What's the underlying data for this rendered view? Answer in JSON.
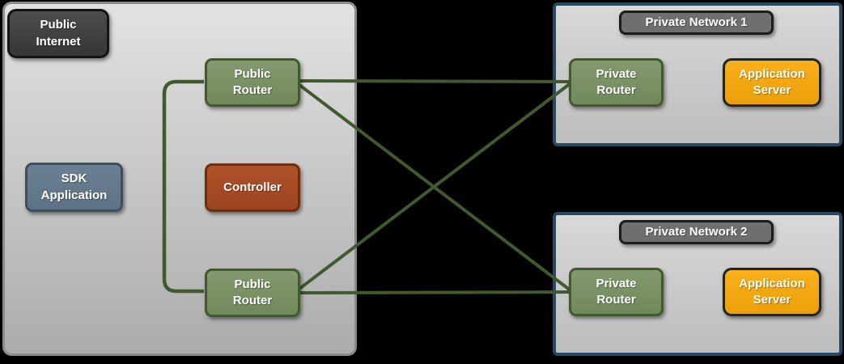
{
  "diagram": {
    "public_internet": {
      "title": "Public Internet",
      "sdk_application_label": "SDK Application",
      "controller_label": "Controller",
      "public_router_top_label": "Public Router",
      "public_router_bottom_label": "Public Router"
    },
    "private_network_1": {
      "title": "Private Network 1",
      "private_router_label": "Private Router",
      "application_server_label": "Application Server"
    },
    "private_network_2": {
      "title": "Private Network 2",
      "private_router_label": "Private Router",
      "application_server_label": "Application Server"
    },
    "colors": {
      "background": "#000000",
      "router_green_fill": "#7a9165",
      "router_green_border": "#42592f",
      "connection_line_green": "#41592f",
      "controller_rust_fill": "#a64a26",
      "sdk_bluegray_fill": "#65798c",
      "app_server_orange_fill": "#f2a712",
      "dark_label_fill": "#414141",
      "network_label_fill": "#6f6f6f",
      "public_container_fill": "#c8c8c8",
      "private_container_border": "#254a62"
    }
  }
}
